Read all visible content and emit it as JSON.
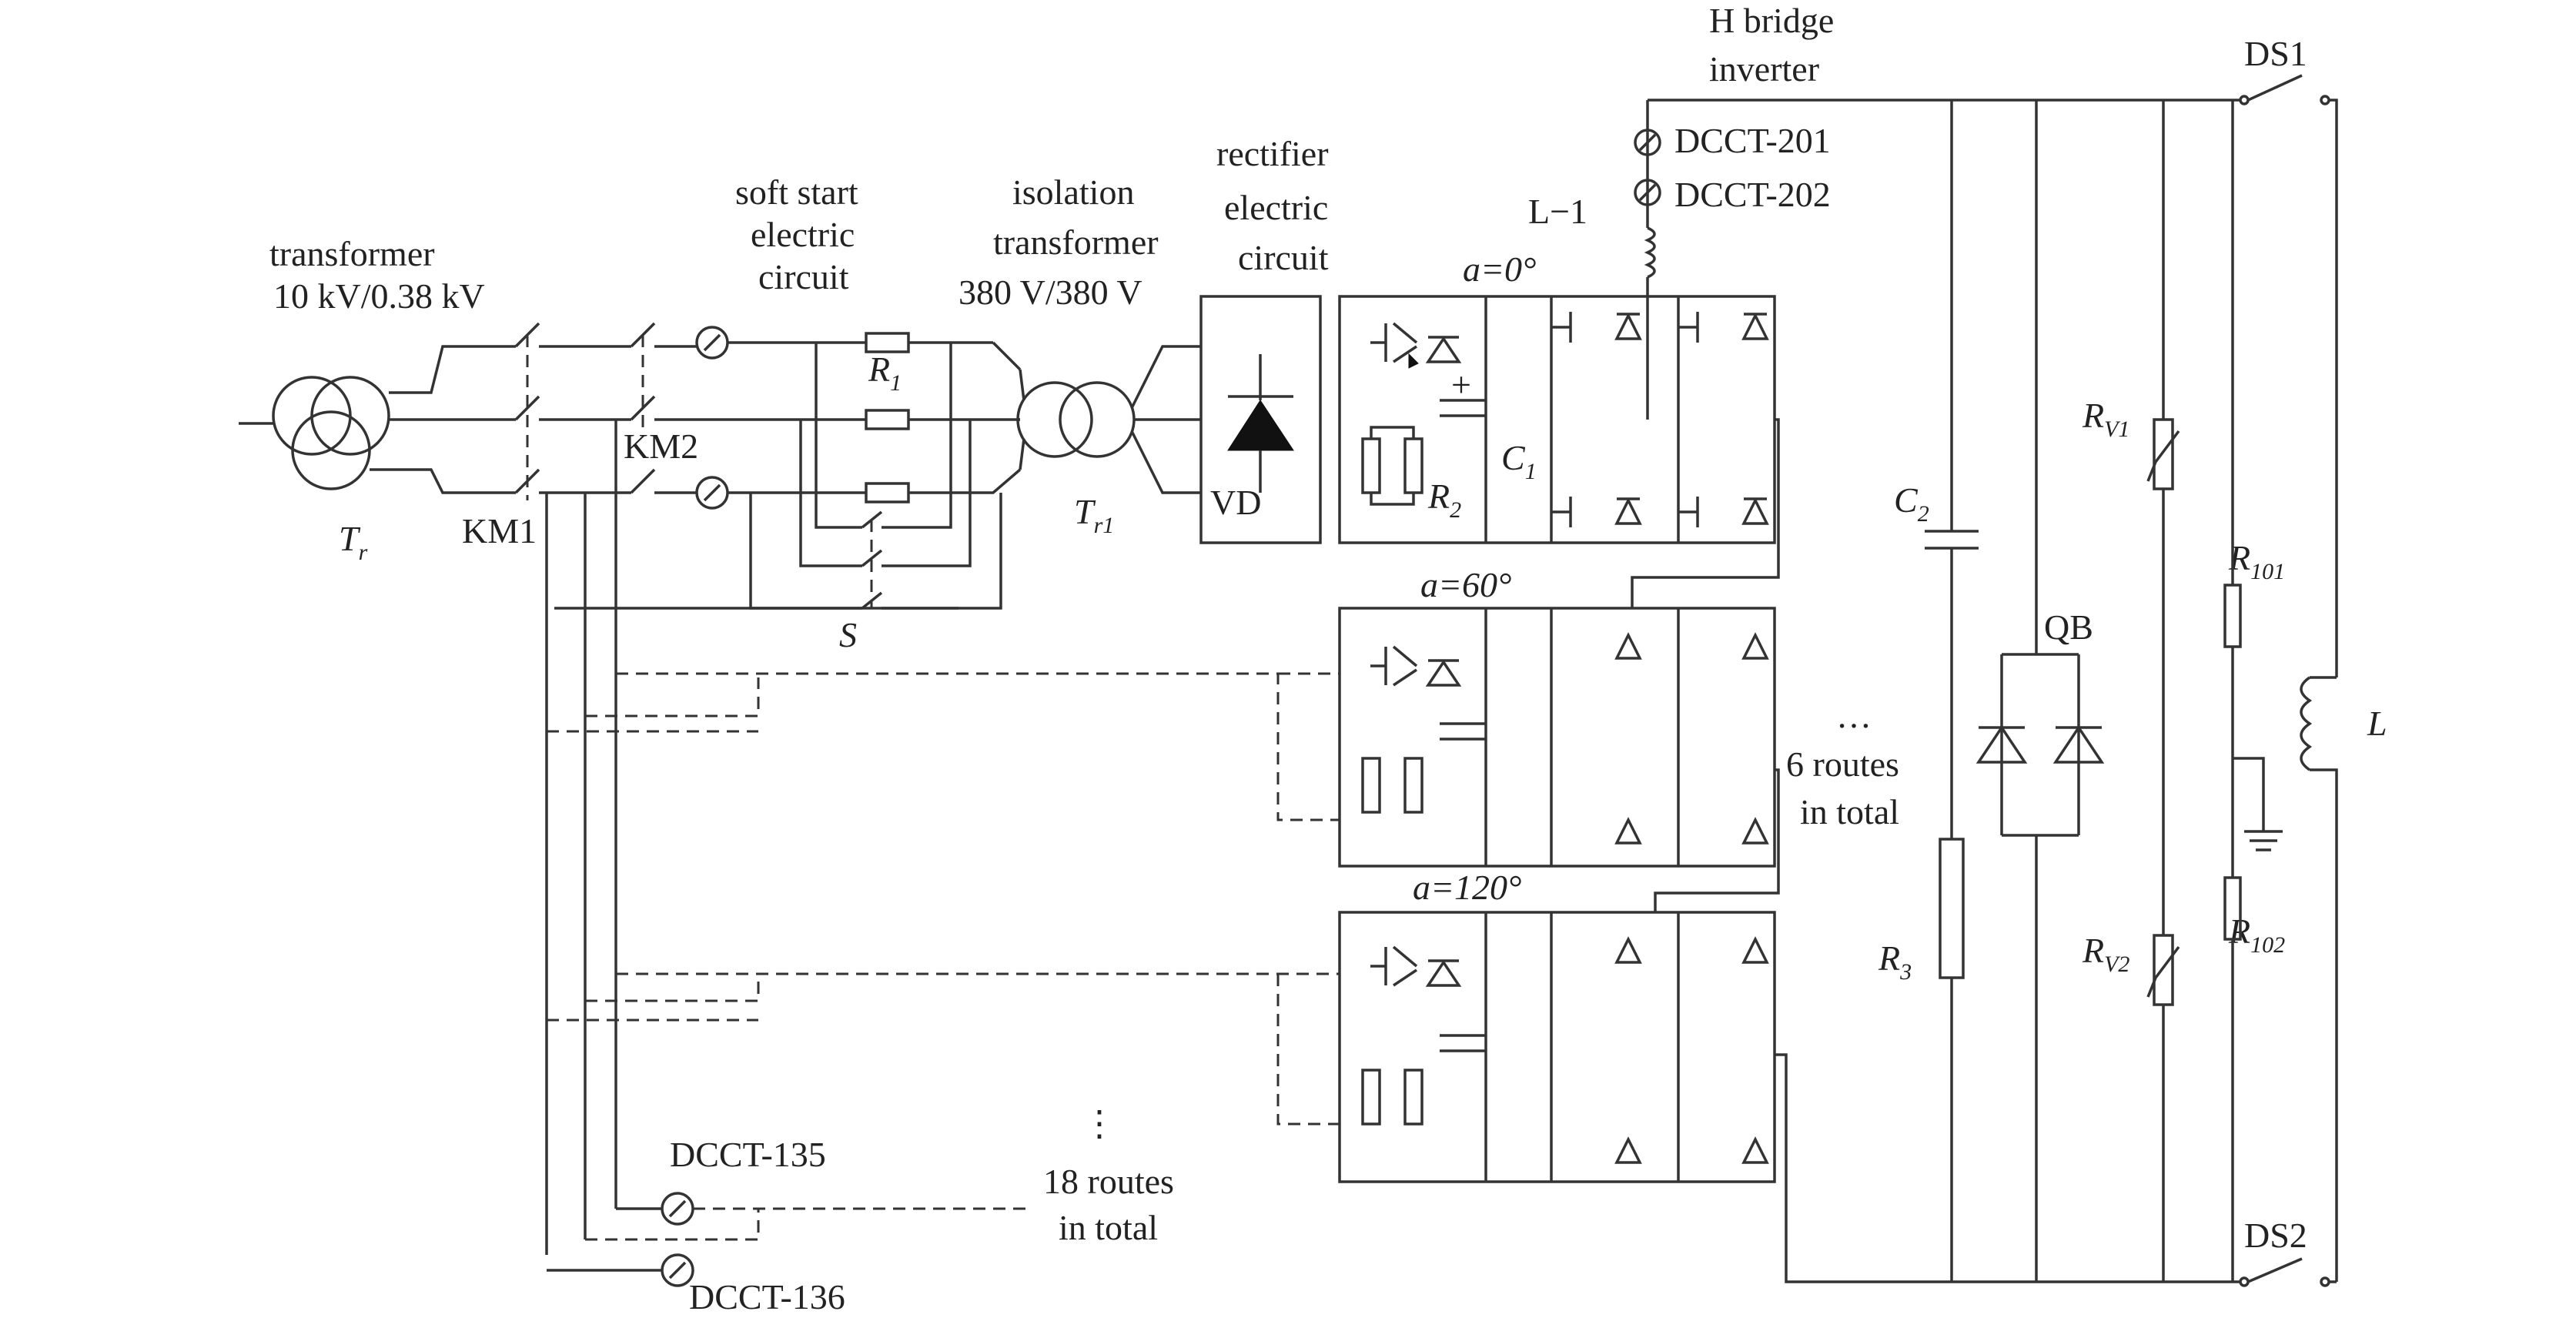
{
  "diagram": {
    "labels": {
      "transformer_title": "transformer",
      "transformer_rating": "10 kV/0.38 kV",
      "transformer_name": "T",
      "transformer_name_sub": "r",
      "km1": "KM1",
      "km2": "KM2",
      "soft_start_1": "soft start",
      "soft_start_2": "electric",
      "soft_start_3": "circuit",
      "r1": "R",
      "r1_sub": "1",
      "s": "S",
      "iso_1": "isolation",
      "iso_2": "transformer",
      "iso_3": "380 V/380 V",
      "iso_name": "T",
      "iso_name_sub": "r1",
      "rect_1": "rectifier",
      "rect_2": "electric",
      "rect_3": "circuit",
      "vd": "VD",
      "r2": "R",
      "r2_sub": "2",
      "c1": "C",
      "c1_sub": "1",
      "plus": "+",
      "angle0": "a=0°",
      "angle60": "a=60°",
      "angle120": "a=120°",
      "hbridge_1": "H bridge",
      "hbridge_2": "inverter",
      "l1": "L−1",
      "dcct201": "DCCT-201",
      "dcct202": "DCCT-202",
      "routes6_dots": "…",
      "routes6_1": "6 routes",
      "routes6_2": "in total",
      "routes18_dots": "⋮",
      "routes18_1": "18 routes",
      "routes18_2": "in total",
      "dcct135": "DCCT-135",
      "dcct136": "DCCT-136",
      "c2": "C",
      "c2_sub": "2",
      "r3": "R",
      "r3_sub": "3",
      "qb": "QB",
      "rv1": "R",
      "rv1_sub": "V1",
      "rv2": "R",
      "rv2_sub": "V2",
      "r101": "R",
      "r101_sub": "101",
      "r102": "R",
      "r102_sub": "102",
      "l": "L",
      "ds1": "DS1",
      "ds2": "DS2"
    }
  }
}
